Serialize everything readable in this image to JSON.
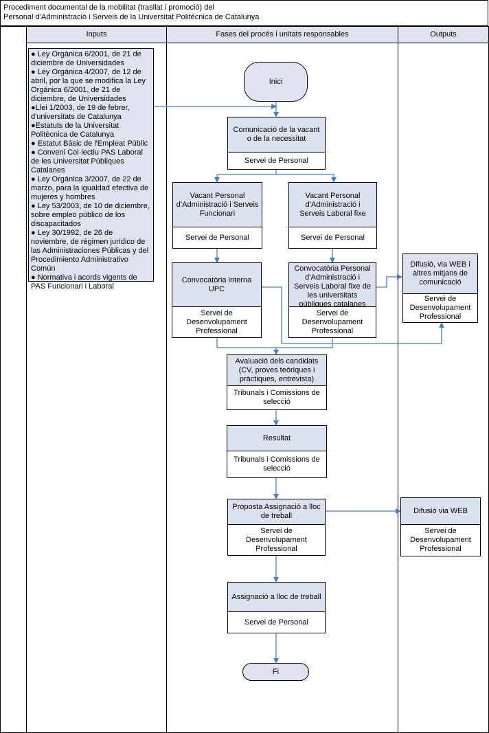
{
  "title": {
    "line1": "Procediment documental de la mobilitat (trasllat i promoció) del",
    "line2": "Personal d’Administració i Serveis de la Universitat Politècnica de Catalunya"
  },
  "columns": {
    "inputs": "Inputs",
    "phases": "Fases del procés i unitats responsables",
    "outputs": "Outputs"
  },
  "inputs": [
    "● Ley Orgánica 6/2001, de 21 de diciembre de Universidades",
    "● Ley Orgánica 4/2007, de 12 de abril, por la que se modifica la Ley Orgánica 6/2001, de 21 de diciembre, de Universidades",
    "●Llei 1/2003, de 19 de febrer, d'universitats de Catalunya",
    "●Estatuts de la Universitat Politècnica de Catalunya",
    "● Estatut Bàsic de l'Empleat Públic",
    "● Conveni Col·lectiu PAS Laboral de les Universitat Públiques Catalanes",
    "● Ley Orgánica 3/2007, de 22 de marzo, para la igualdad efectiva de mujeres y hombres",
    "● Ley 53/2003, de 10 de diciembre, sobre empleo público de los discapacitados",
    "● Ley 30/1992, de 26 de noviembre, de régimen jurídico de las Administraciones Públicas y del Procedimiento Administrativo Común",
    "● Normativa i acords vigents de PAS Funcionari i Laboral"
  ],
  "flow": {
    "start": "Inici",
    "end": "Fi",
    "communication": {
      "title": "Comunicació de la vacant o de la necessitat",
      "unit": "Servei de Personal"
    },
    "vacant_funcionari": {
      "title": "Vacant Personal d’Administració i Serveis Funcionari",
      "unit": "Servei de Personal"
    },
    "vacant_laboral": {
      "title": "Vacant Personal d’Administració i Serveis Laboral fixe",
      "unit": "Servei de Personal"
    },
    "internal_call": {
      "title": "Convocatòria interna UPC",
      "unit": "Servei de Desenvolupament Professional"
    },
    "laboral_call": {
      "title": "Convocatòria Personal d’Administració i Serveis Laboral fixe de les universitats públiques catalanes",
      "unit": "Servei de Desenvolupament Professional"
    },
    "evaluation": {
      "title": "Avaluació dels candidats (CV, proves teòriques i pràctiques, entrevista)",
      "unit": "Tribunals i Comissions de selecció"
    },
    "result": {
      "title": "Resultat",
      "unit": "Tribunals i Comissions de selecció"
    },
    "proposal": {
      "title": "Proposta Assignació a lloc de treball",
      "unit": "Servei de Desenvolupament Professional"
    },
    "assignment": {
      "title": "Assignació a lloc de treball",
      "unit": "Servei de Personal"
    }
  },
  "outputs": {
    "diffusion_web_media": {
      "title": "Difusió, via WEB i altres mitjans de comunicació",
      "unit": "Servei de Desenvolupament Professional"
    },
    "diffusion_web": {
      "title": "Difusió via WEB",
      "unit": "Servei de Desenvolupament Professional"
    }
  },
  "colors": {
    "header_fill": "#dfe3ef",
    "box_fill": "#dce1ef",
    "connector": "#4a7ebb"
  }
}
